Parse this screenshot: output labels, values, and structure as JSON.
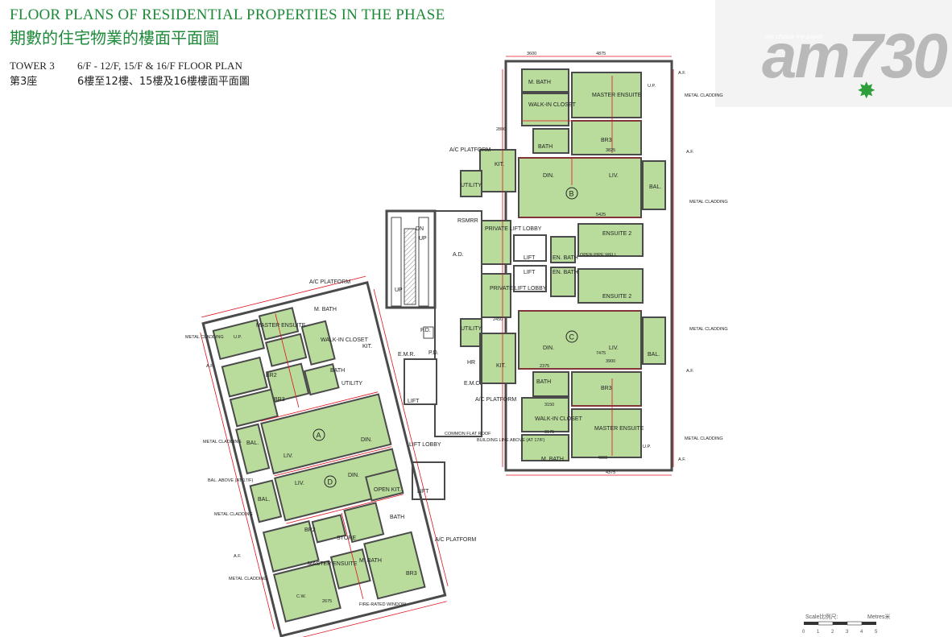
{
  "header": {
    "title_en": "FLOOR PLANS OF RESIDENTIAL PROPERTIES IN THE PHASE",
    "title_zh": "期數的住宅物業的樓面平面圖",
    "tower_en": "TOWER 3",
    "tower_zh": "第3座",
    "floors_en": "6/F - 12/F, 15/F & 16/F FLOOR PLAN",
    "floors_zh": "6樓至12樓、15樓及16樓樓面平面圖"
  },
  "logo": {
    "tagline": "my choice my paper",
    "brand": "am730"
  },
  "units": [
    "A",
    "B",
    "C",
    "D"
  ],
  "rooms": {
    "master_ensuite": "MASTER ENSUITE",
    "m_bath": "M. BATH",
    "walk_in_closet": "WALK-IN CLOSET",
    "bath": "BATH",
    "br2": "BR2",
    "br3": "BR3",
    "kit": "KIT.",
    "din": "DIN.",
    "liv": "LIV.",
    "bal": "BAL.",
    "utility": "UTILITY",
    "ensuite2": "ENSUITE 2",
    "en_bath": "EN. BATH",
    "lift": "LIFT",
    "lift_lobby": "LIFT LOBBY",
    "private_lift_lobby": "PRIVATE LIFT LOBBY",
    "store": "STORE",
    "open_kit": "OPEN KIT.",
    "ac_platform": "A/C PLATFORM",
    "metal_cladding": "METAL CLADDING",
    "af": "A.F.",
    "up": "U.P.",
    "cw": "C.W.",
    "emr": "E.M.R.",
    "pd": "P.D.",
    "ad": "A.D.",
    "hr": "HR",
    "emc": "E.M.C.",
    "rsmrr": "RSMRR",
    "bal_above": "BAL. ABOVE (AT 17/F)",
    "fire_rated_window": "FIRE-RATED WINDOW",
    "building_line_above": "BUILDING LINE ABOVE (AT 17/F)",
    "common_flat_roof": "COMMON FLAT ROOF",
    "open_pipe_well": "OPEN PIPE WELL",
    "dn": "DN",
    "up_stair": "UP"
  },
  "dimensions": [
    "3600",
    "4875",
    "2800",
    "3825",
    "5425",
    "4000",
    "7475",
    "3900",
    "2375",
    "3150",
    "4375",
    "3175",
    "2450",
    "2675"
  ],
  "scale": {
    "label_zh": "Scale比例尺:",
    "label_unit": "Metres米",
    "ticks": [
      "0",
      "1",
      "2",
      "3",
      "4",
      "5"
    ]
  },
  "colors": {
    "title_green": "#1f8a3a",
    "room_fill": "#b9dc9c",
    "wall": "#4a4a4a",
    "dimension_red": "#e0141e"
  }
}
